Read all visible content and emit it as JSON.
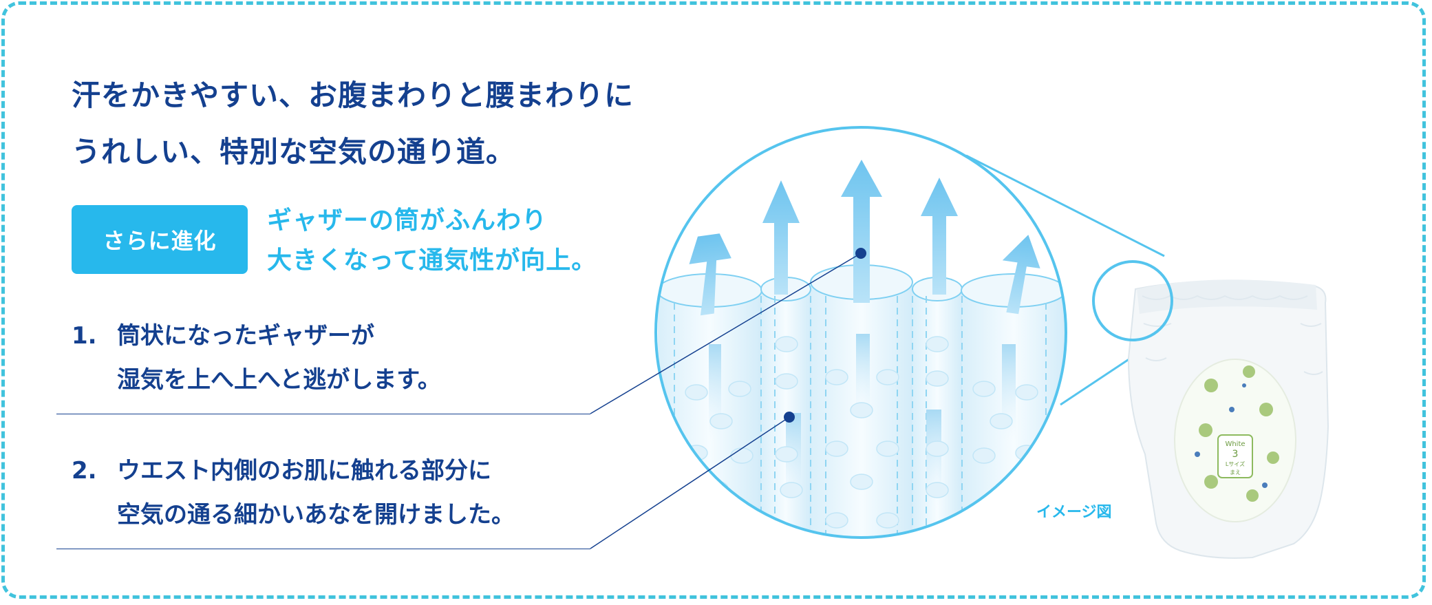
{
  "headline": {
    "line1": "汗をかきやすい、お腹まわりと腰まわりに",
    "line2": "うれしい、特別な空気の通り道。"
  },
  "badge": {
    "label": "さらに進化"
  },
  "evolution": {
    "line1": "ギャザーの筒がふんわり",
    "line2": "大きくなって通気性が向上。"
  },
  "points": [
    {
      "number": "1.",
      "line1": "筒状になったギャザーが",
      "line2": "湿気を上へ上へと逃がします。"
    },
    {
      "number": "2.",
      "line1": "ウエスト内側のお肌に触れる部分に",
      "line2": "空気の通る細かいあなを開けました。"
    }
  ],
  "product": {
    "brand": "White",
    "size_number": "3",
    "size_label": "Lサイズ",
    "front_label": "まえ"
  },
  "caption": "イメージ図",
  "colors": {
    "navy": "#14408f",
    "cyan": "#27b8ec",
    "border": "#41c3dd",
    "arrow": "#7ecbf0"
  }
}
